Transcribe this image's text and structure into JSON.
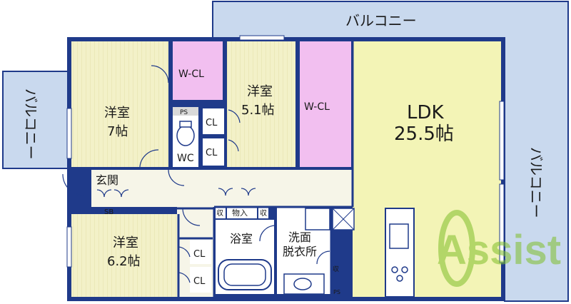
{
  "colors": {
    "wall": "#1f3a8a",
    "balcony": "#c9d9ee",
    "ldk_floor": "#f3f4b6",
    "room_floor": "#f3f1c8",
    "closet": "#f2bff0",
    "hall": "#f6f5e8",
    "wet": "#ffffff",
    "watermark": "#7fbf2a"
  },
  "balconies": {
    "top": "バルコニー",
    "right": "バルコニー",
    "left": "バルコニー"
  },
  "rooms": {
    "ldk": {
      "name": "LDK",
      "size": "25.5帖"
    },
    "western_7": {
      "name": "洋室",
      "size": "7帖"
    },
    "western_5_1": {
      "name": "洋室",
      "size": "5.1帖"
    },
    "western_6_2": {
      "name": "洋室",
      "size": "6.2帖"
    },
    "entrance": "玄関",
    "shoe_box": "SB",
    "bath": "浴室",
    "washroom_line1": "洗面",
    "washroom_line2": "脱衣所",
    "toilet": "WC"
  },
  "closets": {
    "wcl_north": "W-CL",
    "wcl_east": "W-CL",
    "cl_upper": "CL",
    "cl_lower": "CL",
    "cl_sw_upper": "CL",
    "cl_sw_lower": "CL"
  },
  "storage": {
    "left": "収",
    "middle": "物入",
    "right": "収",
    "wash": "収"
  },
  "ps": {
    "toilet": "PS",
    "wash": "PS"
  },
  "watermark": "Assist"
}
